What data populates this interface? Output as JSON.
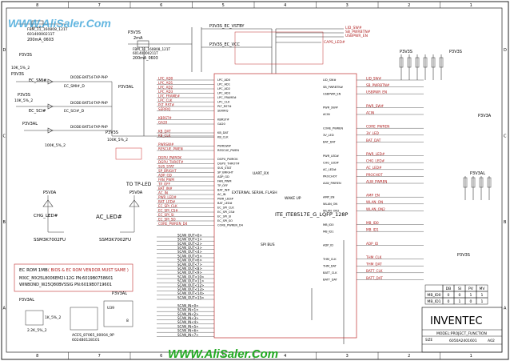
{
  "watermark_top": "WWW.AliSaler.Com",
  "watermark_bottom": "WWW.AliSaler.Com",
  "border": {
    "top_numbers": [
      "8",
      "7",
      "6",
      "5",
      "4",
      "3",
      "2",
      "1"
    ],
    "bottom_numbers": [
      "8",
      "7",
      "6",
      "5",
      "4",
      "3",
      "2",
      "1"
    ],
    "side_letters": [
      "D",
      "C",
      "B",
      "A"
    ]
  },
  "top_left": {
    "lines": [
      "FBM_11_160808_121T",
      "60140000211T",
      "200mA_0603"
    ],
    "net": "P3V3S"
  },
  "top_mid": {
    "net": "P3V3S",
    "current": "2mA",
    "lines": [
      "FBM_11_160808_121T",
      "60140000211T",
      "200mA_0603"
    ]
  },
  "rail_labels": [
    "P3V3S_EC_VSTBY",
    "P3V3S_EC_VCC"
  ],
  "top_right_nets": [
    "LID_SW#",
    "SB_PWRBTN#",
    "USBPWR_EN",
    "CAPS_LED#"
  ],
  "left_circuit": {
    "nets": [
      "P3V3S",
      "P3V3S",
      "P3V3AL",
      "P3V3S",
      "P3V3AL"
    ],
    "resistors": [
      "10K_5%_2",
      "10K_5%_2",
      "100K_5%_2",
      "100K_5%_2"
    ],
    "diodes": [
      "DIODE-BAT54-TAP-PHP",
      "DIODE-BAT54-TAP-PHP",
      "DIODE-BAT54-TAP-PHP"
    ],
    "signals": [
      "EC_SMI#",
      "EC_SMI#_D",
      "EC_SCI#",
      "EC_SCI#_D"
    ]
  },
  "led_block": {
    "left_title": "P5V0A",
    "right_title": "P5V0A",
    "left_label": "CHG_LED#",
    "right_label": "AC_LED#",
    "left_fet": "SSM3K7002FU",
    "right_fet": "SSM3K7002FU"
  },
  "to_tp_led": "TO TP-LED",
  "ec_rom": {
    "title": "EC ROM 1MB",
    "note": "( BIOS & EC ROM VENDOR MUST SAME )",
    "line1": "MXIC_MX25L8006EM2I-12G  PN:6019B0758601",
    "line2": "WINBOND_W25Q80BVSSIG  PN:6019B0719601"
  },
  "bottom_left": {
    "net": "P3V3AL",
    "parts": [
      "ACES_87065_00004_9P",
      "6024B0128101",
      "2.2K_5%_2",
      "1K_5%_2"
    ]
  },
  "bottom_mid": {
    "net": "P3V3AL",
    "chip": "U39",
    "part": "8"
  },
  "main_ic": "ITE_ITE8517E_G_LQFP_128P",
  "left_pins": [
    "LPC_AD0",
    "LPC_AD1",
    "LPC_AD2",
    "LPC_AD3",
    "LPC_FRAME#",
    "LPC_CLK",
    "PLT_RST#",
    "SERIRQ",
    "",
    "KBRST#",
    "GA20",
    "",
    "KB_DAT",
    "KB_CLK",
    "",
    "PWRSW#",
    "RESCUE_PWEN",
    "",
    "DGPU_PWROK",
    "DGPU_THROT#",
    "SUS_STAT",
    "SP_BRIGHT",
    "ADP_GD",
    "FAN_PWM",
    "TP_OFF",
    "BAT_IN#",
    "AC_IN",
    "PWR_LED#",
    "BAT_LED#",
    "EC_SPI_CLK",
    "EC_SPI_CS#",
    "EC_SPI_SI",
    "EC_SPI_SO",
    "CORE_PWREN_D4"
  ],
  "scan_out": [
    "SCAN_OUT<0>",
    "SCAN_OUT<1>",
    "SCAN_OUT<2>",
    "SCAN_OUT<3>",
    "SCAN_OUT<4>",
    "SCAN_OUT<5>",
    "SCAN_OUT<6>",
    "SCAN_OUT<7>",
    "SCAN_OUT<8>",
    "SCAN_OUT<9>",
    "SCAN_OUT<10>",
    "SCAN_OUT<11>",
    "SCAN_OUT<12>",
    "SCAN_OUT<13>",
    "SCAN_OUT<14>",
    "SCAN_OUT<15>"
  ],
  "scan_in": [
    "SCAN_IN<0>",
    "SCAN_IN<1>",
    "SCAN_IN<2>",
    "SCAN_IN<3>",
    "SCAN_IN<4>",
    "SCAN_IN<5>",
    "SCAN_IN<6>",
    "SCAN_IN<7>"
  ],
  "right_pins": [
    "LID_SW#",
    "SB_PWRBTN#",
    "USBPWR_EN",
    "",
    "PWR_SW#",
    "ACIN",
    "",
    "CORE_PWREN",
    "3V_LED",
    "BAT_DAT",
    "",
    "PWR_LED#",
    "CHG_LED#",
    "AC_LED#",
    "PROCHOT",
    "ALW_PWREN",
    "",
    "AMP_EN",
    "WLAN_ON",
    "WLAN_ON2",
    "",
    "MB_ID0",
    "MB_ID1",
    "",
    "ADP_ID",
    "",
    "THM_CLK",
    "THM_DAT",
    "BATT_CLK",
    "BATT_DAT"
  ],
  "right_labels": [
    "P3V3S",
    "P3V3S",
    "P3V3A",
    "P3V3AL",
    "P3V3S"
  ],
  "mid_notes": [
    "EXTERNAL SERIAL FLASH",
    "WAKE UP",
    "UART_RX",
    "SPI BUS"
  ],
  "mb_table": {
    "headers": [
      "",
      "DB",
      "SI",
      "PV",
      "MV"
    ],
    "rows": [
      [
        "MB_ID0",
        "0",
        "0",
        "1",
        "1"
      ],
      [
        "MB_ID1",
        "0",
        "1",
        "0",
        "1"
      ]
    ]
  },
  "title_block": {
    "company": "INVENTEC",
    "title": "MODEL:PROJECT_FUNCTION",
    "size": "SIZE",
    "doc": "6050A2401601",
    "rev": "A02"
  }
}
